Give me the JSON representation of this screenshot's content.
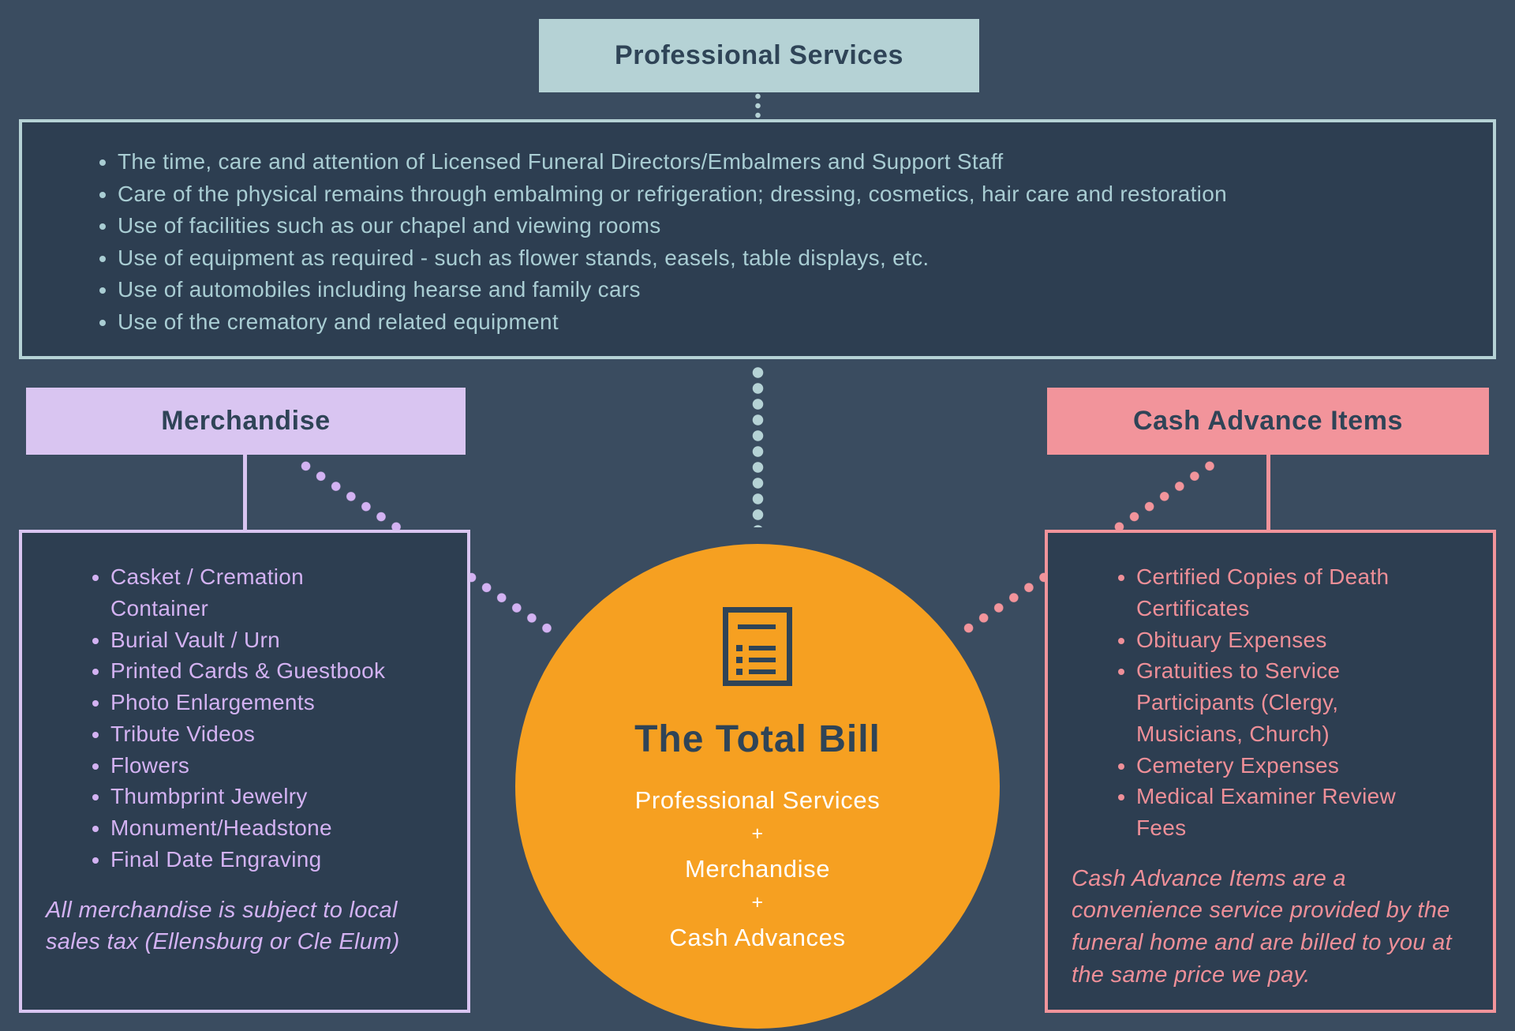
{
  "palette": {
    "background": "#3a4c60",
    "panel_fill": "#2d3e51",
    "professional_accent": "#b5d2d5",
    "merchandise_accent": "#d9c5f1",
    "cash_advance_accent": "#f2949b",
    "total_bill_circle": "#f6a021",
    "dark_text": "#2f4457",
    "white_text": "#ffffff"
  },
  "professional_services": {
    "title": "Professional Services",
    "items": [
      "The time, care and attention of Licensed Funeral Directors/Embalmers and Support Staff",
      "Care of the physical remains through embalming or refrigeration; dressing, cosmetics, hair care and restoration",
      "Use of facilities such as our chapel and viewing rooms",
      "Use of equipment as required - such as flower stands, easels, table displays, etc.",
      "Use of automobiles including hearse and family cars",
      "Use of the crematory and related equipment"
    ]
  },
  "merchandise": {
    "title": "Merchandise",
    "items": [
      "Casket / Cremation Container",
      "Burial Vault / Urn",
      "Printed Cards & Guestbook",
      "Photo Enlargements",
      "Tribute Videos",
      "Flowers",
      "Thumbprint Jewelry",
      "Monument/Headstone",
      "Final Date Engraving"
    ],
    "note": "All merchandise is subject to local sales tax (Ellensburg or Cle Elum)"
  },
  "cash_advance": {
    "title": "Cash Advance Items",
    "items": [
      "Certified Copies of Death Certificates",
      "Obituary Expenses",
      "Gratuities to Service Participants (Clergy, Musicians, Church)",
      "Cemetery Expenses",
      "Medical Examiner Review Fees"
    ],
    "note": "Cash Advance Items are a convenience service provided by the funeral home and are billed to you at the same price we pay."
  },
  "total_bill": {
    "icon": "bill-document-icon",
    "title": "The Total Bill",
    "lines": [
      "Professional Services",
      "+",
      "Merchandise",
      "+",
      "Cash Advances"
    ]
  }
}
